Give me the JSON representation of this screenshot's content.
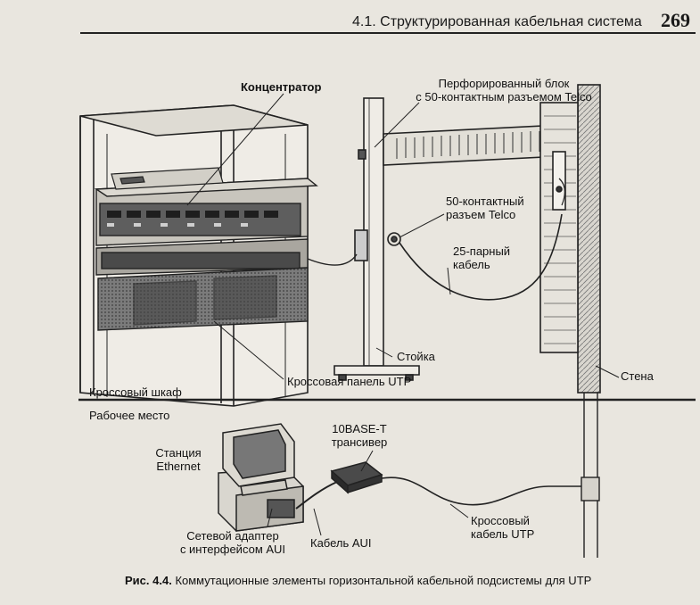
{
  "header": {
    "title": "4.1. Структурированная кабельная система",
    "page_number": "269"
  },
  "labels": {
    "hub": "Концентратор",
    "punch_block_line1": "Перфорированный блок",
    "punch_block_line2": "с 50-контактным разъемом Telco",
    "telco_line1": "50-контактный",
    "telco_line2": "разъем Telco",
    "cable25_line1": "25-парный",
    "cable25_line2": "кабель",
    "rack": "Стойка",
    "wall": "Стена",
    "cross_cabinet": "Кроссовый шкаф",
    "utp_panel": "Кроссовая панель UTP",
    "workplace": "Рабочее место",
    "station_line1": "Станция",
    "station_line2": "Ethernet",
    "transceiver_line1": "10BASE-T",
    "transceiver_line2": "трансивер",
    "adapter_line1": "Сетевой адаптер",
    "adapter_line2": "с интерфейсом AUI",
    "aui_cable": "Кабель AUI",
    "cross_cable_line1": "Кроссовый",
    "cross_cable_line2": "кабель UTP"
  },
  "caption": {
    "number": "Рис. 4.4.",
    "text": "Коммутационные элементы горизонтальной кабельной подсистемы для UTP"
  }
}
